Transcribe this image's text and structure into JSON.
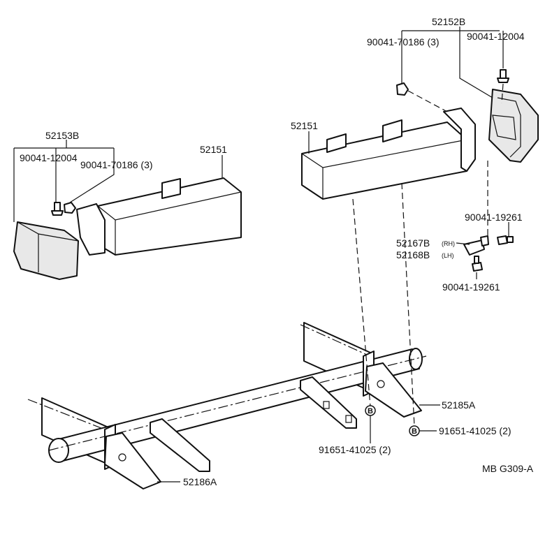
{
  "labels": {
    "left_group": "52153B",
    "left_bolt": "90041-12004",
    "left_nut": "90041-70186 (3)",
    "left_bumper": "52151",
    "right_group": "52152B",
    "right_nut": "90041-70186 (3)",
    "right_bolt": "90041-12004",
    "right_bumper": "52151",
    "bracket_bolt_upper": "90041-19261",
    "bracket_rh_part": "52167B",
    "bracket_rh_suffix": "(RH)",
    "bracket_lh_part": "52168B",
    "bracket_lh_suffix": "(LH)",
    "bracket_bolt_lower": "90041-19261",
    "right_frame_bracket": "52185A",
    "right_frame_bolt": "91651-41025 (2)",
    "center_frame_bolt": "91651-41025 (2)",
    "left_frame_bracket": "52186A",
    "diagram_code": "MB G309-A"
  },
  "badges": {
    "center": "B",
    "right": "B"
  }
}
